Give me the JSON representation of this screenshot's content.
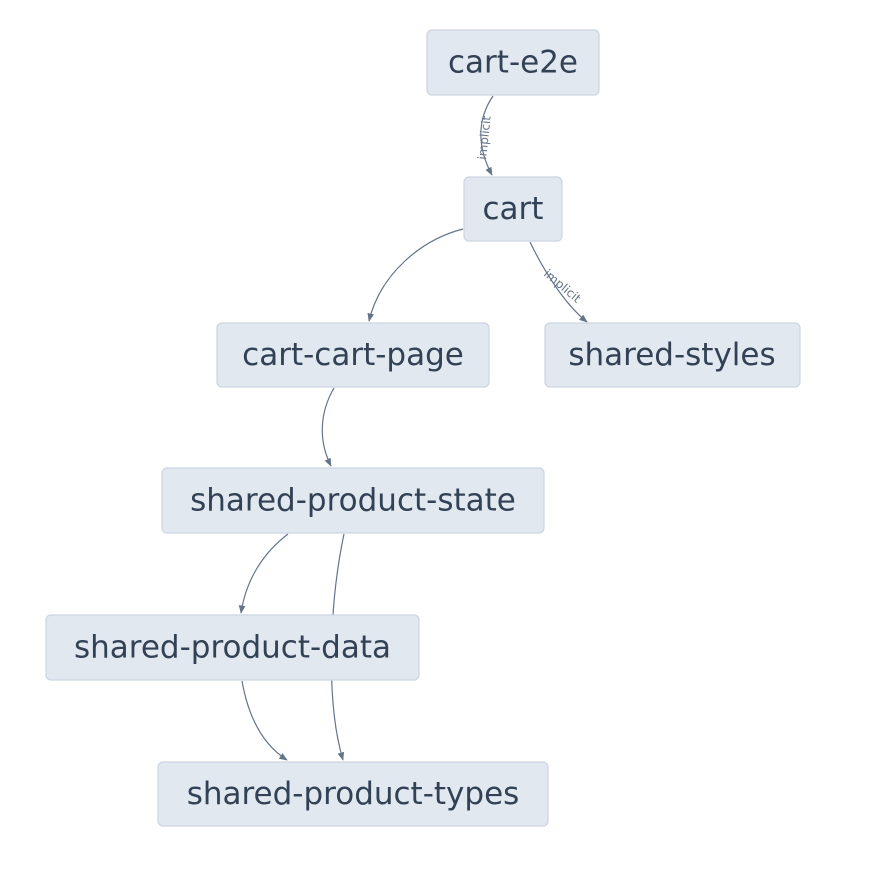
{
  "graph": {
    "nodes": {
      "cart_e2e": "cart-e2e",
      "cart": "cart",
      "cart_cart_page": "cart-cart-page",
      "shared_styles": "shared-styles",
      "shared_product_state": "shared-product-state",
      "shared_product_data": "shared-product-data",
      "shared_product_types": "shared-product-types"
    },
    "edge_labels": {
      "cart_e2e_to_cart": "implicit",
      "cart_to_shared_styles": "implicit"
    },
    "edges": [
      {
        "from": "cart-e2e",
        "to": "cart",
        "label": "implicit"
      },
      {
        "from": "cart",
        "to": "cart-cart-page"
      },
      {
        "from": "cart",
        "to": "shared-styles",
        "label": "implicit"
      },
      {
        "from": "cart-cart-page",
        "to": "shared-product-state"
      },
      {
        "from": "shared-product-state",
        "to": "shared-product-data"
      },
      {
        "from": "shared-product-state",
        "to": "shared-product-types"
      },
      {
        "from": "shared-product-data",
        "to": "shared-product-types"
      }
    ],
    "colors": {
      "node_fill": "#e2e8f0",
      "node_border": "#cbd5e1",
      "node_text": "#334155",
      "edge": "#64748b"
    }
  }
}
